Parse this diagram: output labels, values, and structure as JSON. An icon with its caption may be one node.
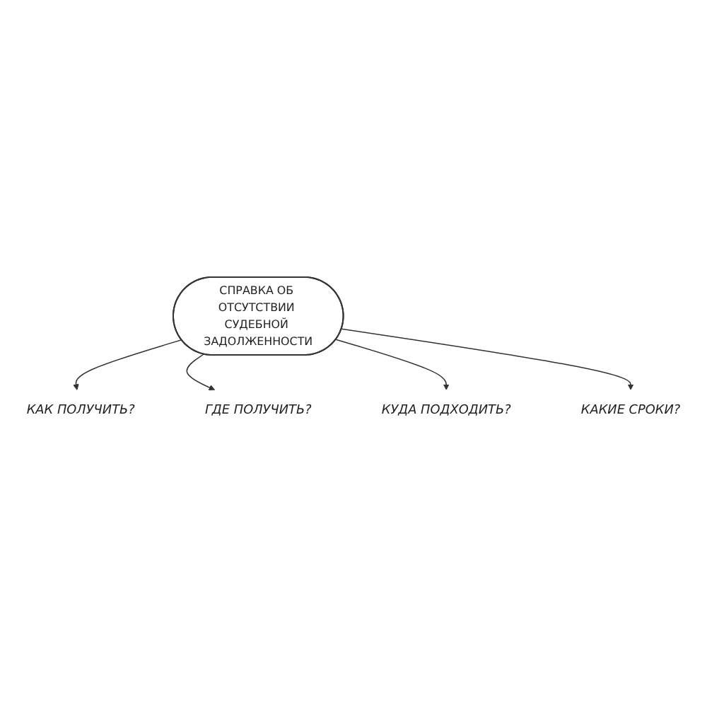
{
  "diagram": {
    "nodes": [
      {
        "text": [
          "СПРАВКА ОБ ОТСУТСТВИИ СУДЕБНОЙ ЗАДОЛЖЕННОСТИ"
        ]
      },
      {
        "text": [
          "КАК ПОЛУЧИТЬ?"
        ]
      },
      {
        "text": [
          "ГДЕ ПОЛУЧИТЬ?"
        ]
      },
      {
        "text": [
          "КУДА ПОДХОДИТЬ?"
        ]
      },
      {
        "text": [
          "КАКИЕ СРОКИ?"
        ]
      }
    ],
    "edges": [
      {
        "from": 0,
        "to": 1,
        "arrow": "to"
      },
      {
        "from": 0,
        "to": 2,
        "arrow": "to"
      },
      {
        "from": 0,
        "to": 3,
        "arrow": "to"
      },
      {
        "from": 0,
        "to": 4,
        "arrow": "to"
      }
    ]
  }
}
